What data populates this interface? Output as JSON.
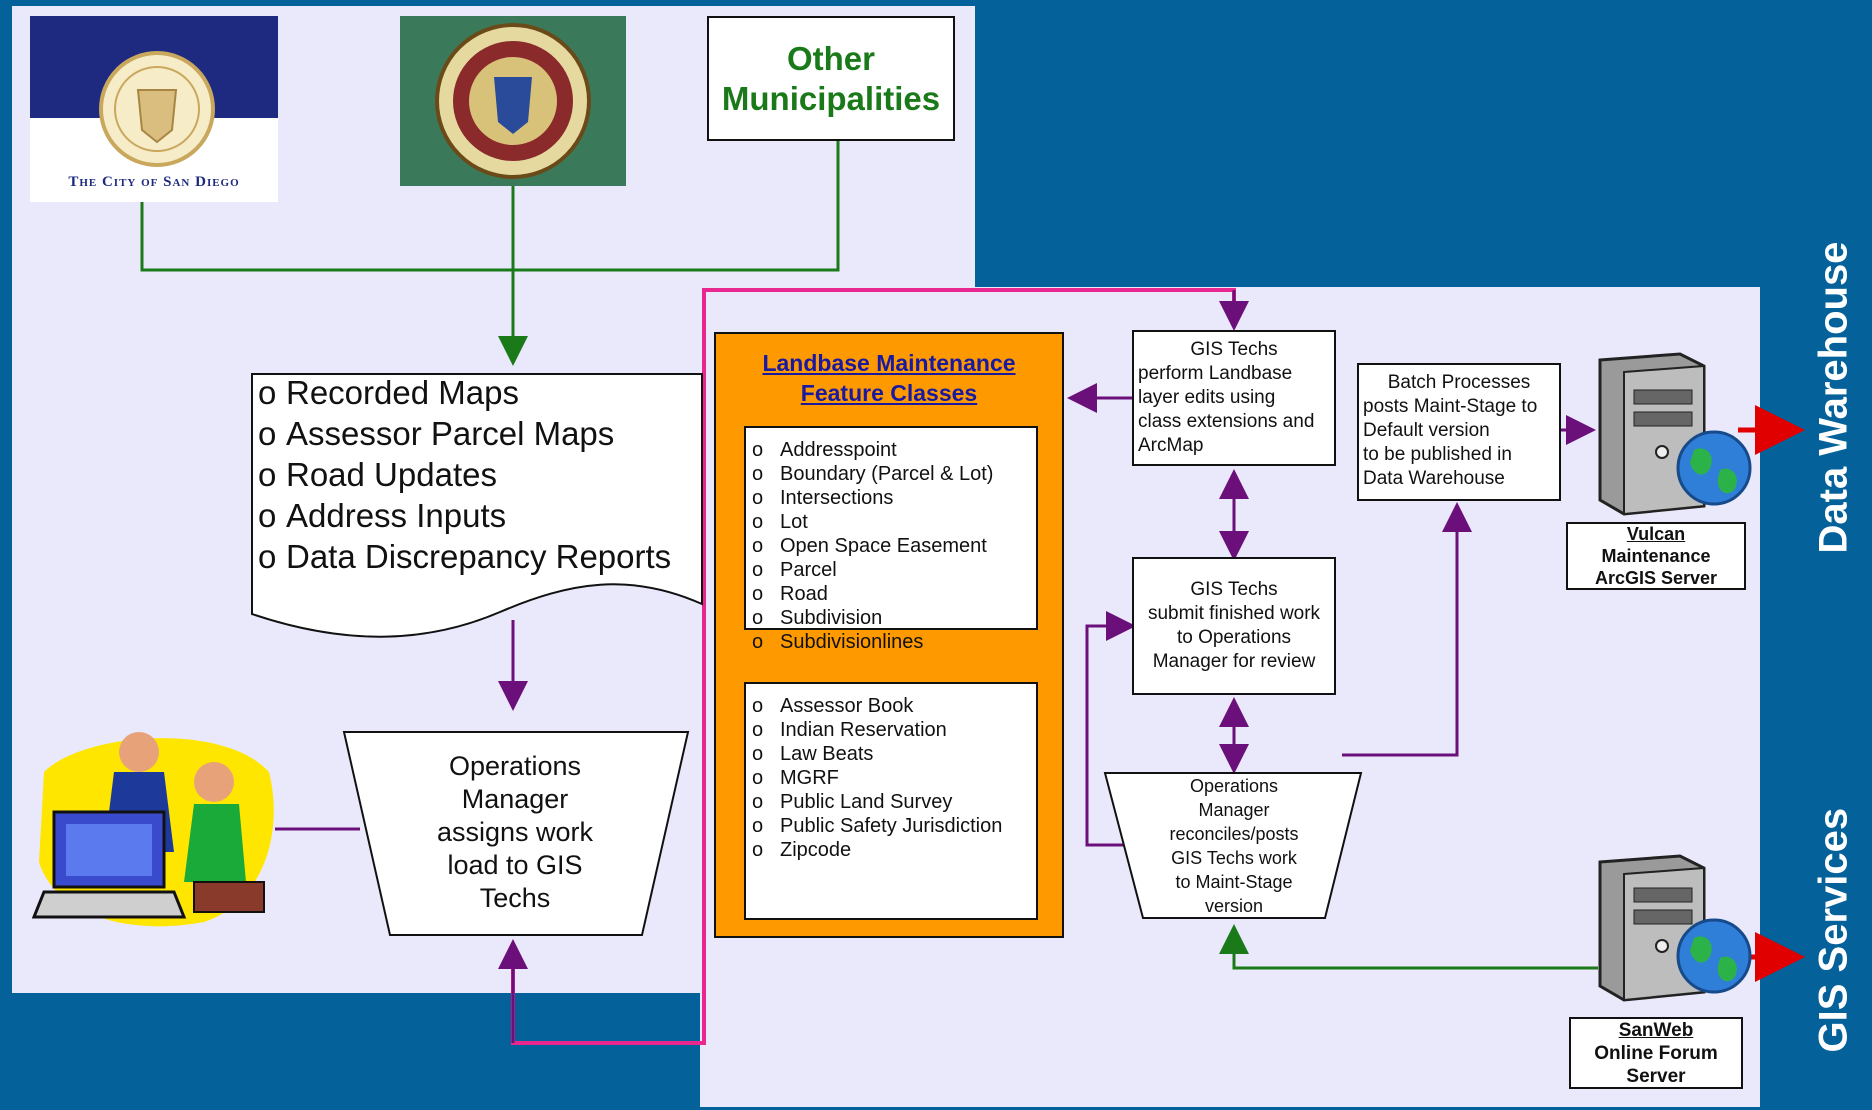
{
  "logos": {
    "city_text": "The City of San Diego",
    "other_municipalities": [
      "Other",
      "Municipalities"
    ]
  },
  "inputs": {
    "items": [
      "Recorded Maps",
      "Assessor Parcel Maps",
      "Road Updates",
      "Address Inputs",
      "Data Discrepancy Reports"
    ],
    "bullet": "o"
  },
  "operations_assign": [
    "Operations",
    "Manager",
    "assigns work",
    "load to GIS",
    "Techs"
  ],
  "feature_classes": {
    "title": [
      "Landbase Maintenance",
      "Feature Classes"
    ],
    "group1": [
      "Addresspoint",
      "Boundary (Parcel & Lot)",
      "Intersections",
      "Lot",
      "Open Space Easement",
      "Parcel",
      "Road",
      "Subdivision",
      "Subdivisionlines"
    ],
    "group2": [
      "Assessor Book",
      "Indian Reservation",
      "Law Beats",
      "MGRF",
      "Public Land Survey",
      "Public Safety Jurisdiction",
      "Zipcode"
    ]
  },
  "process": {
    "gis_edit": [
      "GIS Techs",
      "perform Landbase",
      "layer edits using",
      "class extensions and",
      "ArcMap"
    ],
    "gis_submit": [
      "GIS Techs",
      "submit finished work",
      "to Operations",
      "Manager for review"
    ],
    "ops_reconcile": [
      "Operations",
      "Manager",
      "reconciles/posts",
      "GIS Techs work",
      "to Maint-Stage",
      "version"
    ],
    "batch": [
      "Batch Processes",
      "posts Maint-Stage to",
      "Default version",
      "to be published in",
      "Data Warehouse"
    ]
  },
  "servers": {
    "vulcan": [
      "Vulcan",
      "Maintenance",
      "ArcGIS Server"
    ],
    "sanweb": [
      "SanWeb",
      "Online Forum",
      "Server"
    ]
  },
  "side_labels": {
    "top": "Data Warehouse",
    "bottom": "GIS Services"
  },
  "colors": {
    "background": "#04619a",
    "panel": "#e9e9fb",
    "flow_green": "#1a7a1a",
    "flow_purple": "#6b0f7a",
    "pink": "#e8288f",
    "orange": "#ff9900",
    "red_arrow": "#e00000"
  }
}
